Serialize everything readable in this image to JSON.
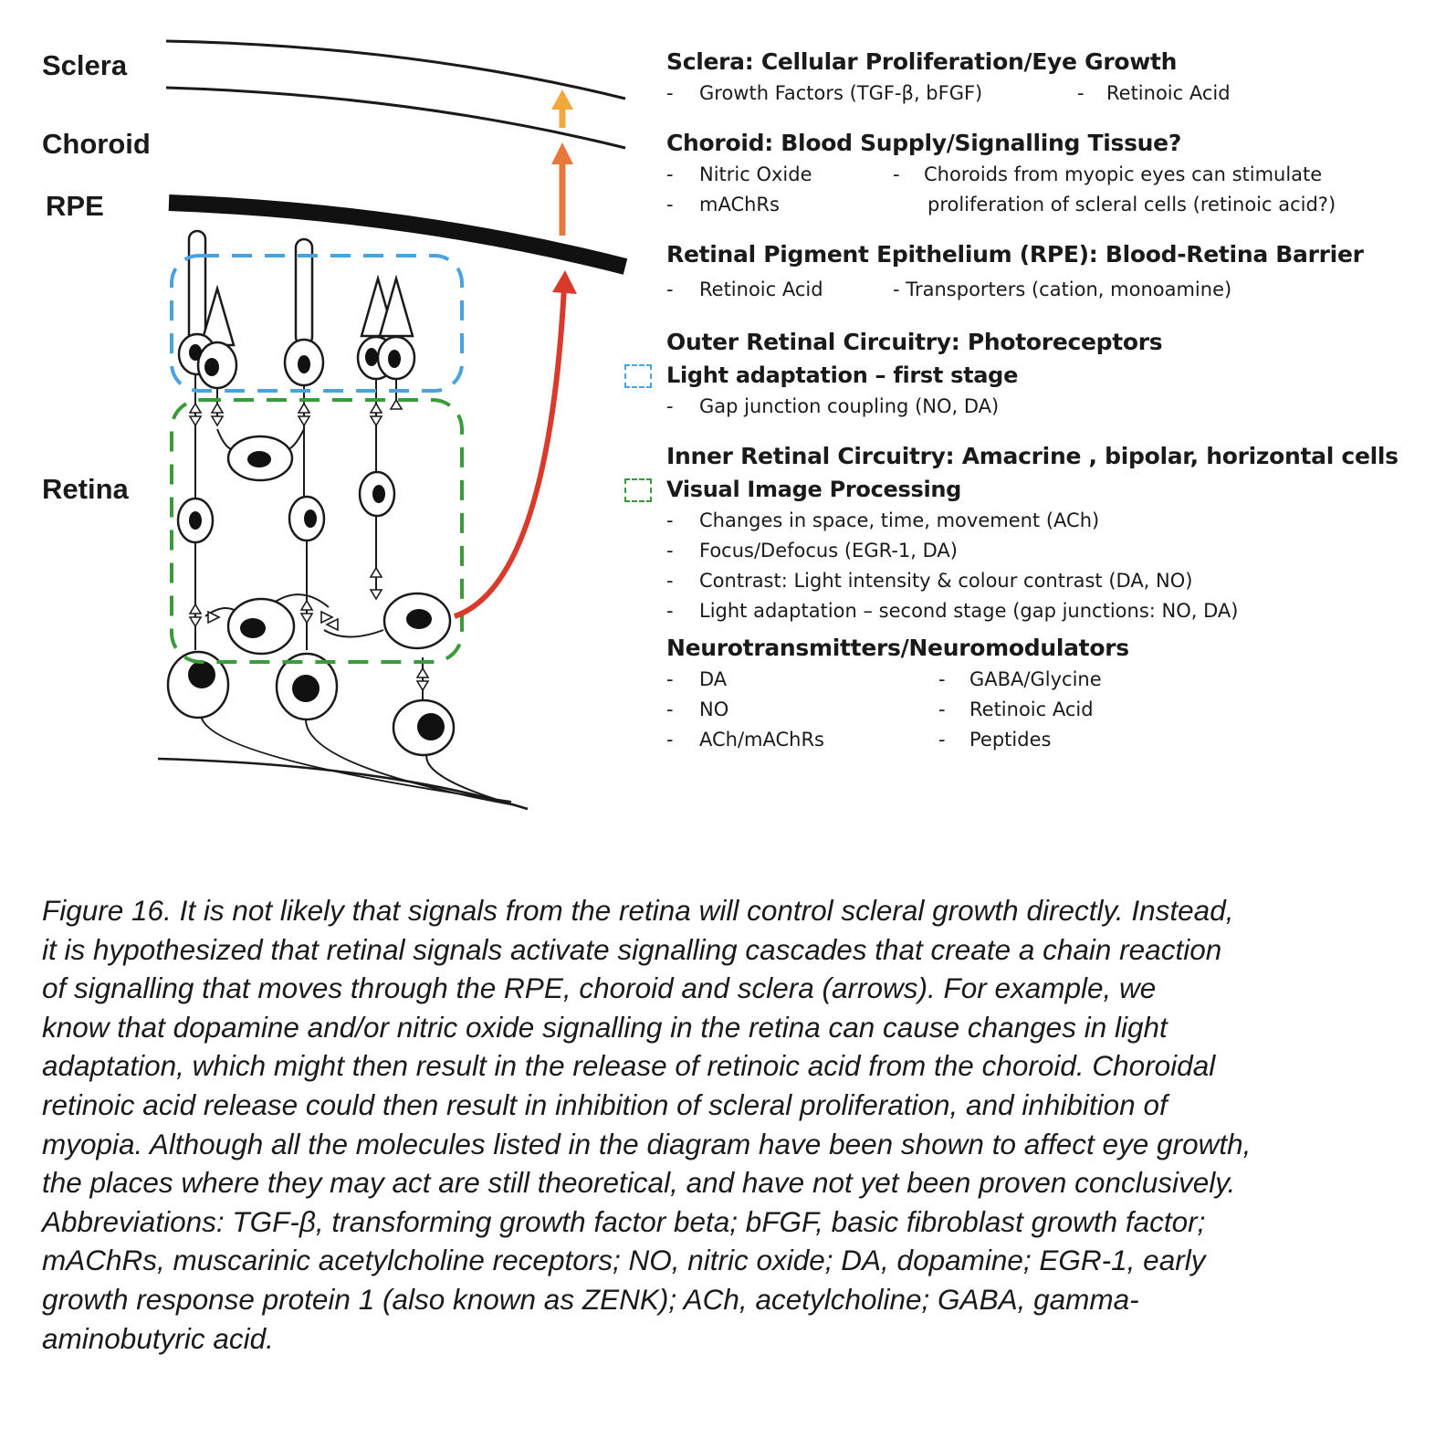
{
  "layers": {
    "sclera": "Sclera",
    "choroid": "Choroid",
    "rpe": "RPE",
    "retina": "Retina"
  },
  "colors": {
    "outer_box": "#4aa3df",
    "inner_box": "#3a9b3a",
    "arrow_red": "#d93a2b",
    "arrow_orange": "#e8783a",
    "arrow_yellow": "#f2a93a"
  },
  "sections": {
    "sclera": {
      "title": "Sclera: Cellular Proliferation/Eye Growth",
      "items": [
        "Growth Factors (TGF-β, bFGF)",
        "Retinoic Acid"
      ]
    },
    "choroid": {
      "title": "Choroid: Blood Supply/Signalling Tissue?",
      "items": [
        "Nitric Oxide",
        "Choroids from myopic eyes can stimulate",
        "mAChRs",
        "proliferation of scleral cells (retinoic acid?)"
      ]
    },
    "rpe": {
      "title": "Retinal Pigment Epithelium (RPE): Blood-Retina Barrier",
      "items": [
        "Retinoic Acid",
        "- Transporters (cation, monoamine)"
      ]
    },
    "outer": {
      "title": "Outer Retinal Circuitry: Photoreceptors",
      "subtitle": "Light adaptation – first stage",
      "items": [
        "Gap junction coupling (NO, DA)"
      ]
    },
    "inner": {
      "title": "Inner Retinal Circuitry: Amacrine , bipolar, horizontal cells",
      "subtitle": "Visual Image Processing",
      "items": [
        "Changes in space, time, movement (ACh)",
        "Focus/Defocus (EGR-1, DA)",
        "Contrast: Light intensity & colour contrast (DA, NO)",
        "Light adaptation – second stage (gap junctions: NO, DA)"
      ]
    },
    "neuro": {
      "title": "Neurotransmitters/Neuromodulators",
      "items": [
        "DA",
        "GABA/Glycine",
        "NO",
        "Retinoic Acid",
        "ACh/mAChRs",
        "Peptides"
      ]
    }
  },
  "dash": "-",
  "caption_lines": [
    "Figure 16. It is not likely that signals from the retina will control scleral growth directly. Instead,",
    "it is hypothesized that retinal signals activate signalling cascades that create a chain reaction",
    "of signalling that moves through the RPE, choroid and sclera (arrows). For example, we",
    "know that dopamine and/or nitric oxide signalling in the retina can cause changes in light",
    "adaptation, which might then result in the release of retinoic acid from the choroid. Choroidal",
    "retinoic acid release could then result in inhibition of scleral proliferation, and inhibition of",
    "myopia. Although all the molecules listed in the diagram have been shown to affect eye growth,",
    "the places where they may act are still theoretical, and have not yet been proven conclusively.",
    "Abbreviations: TGF-β, transforming growth factor beta; bFGF, basic fibroblast growth factor;",
    "mAChRs, muscarinic acetylcholine receptors; NO, nitric oxide; DA, dopamine; EGR-1, early",
    "growth response protein 1 (also known as ZENK); ACh, acetylcholine; GABA, gamma-",
    "aminobutyric acid."
  ]
}
